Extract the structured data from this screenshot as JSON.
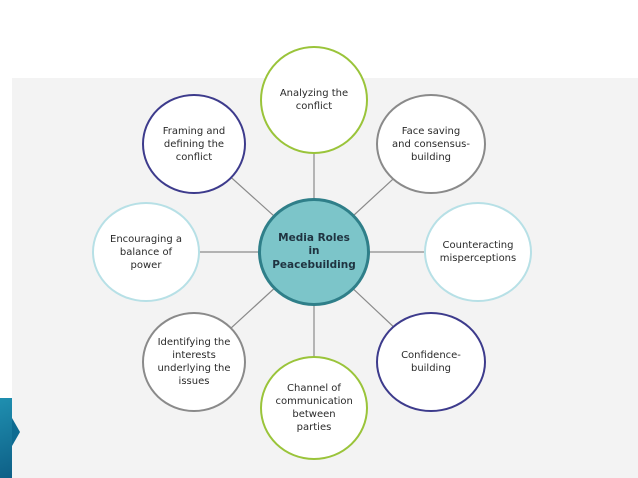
{
  "center": {
    "label": "Media Roles in Peacebuilding"
  },
  "nodes": [
    {
      "label": "Analyzing the conflict",
      "color": "#9ac43a"
    },
    {
      "label": "Face saving and consensus-building",
      "color": "#8a8a8a"
    },
    {
      "label": "Counteracting misperceptions",
      "color": "#b7e0e6"
    },
    {
      "label": "Confidence-building",
      "color": "#3d3b8c"
    },
    {
      "label": "Channel of communication between parties",
      "color": "#9ac43a"
    },
    {
      "label": "Identifying the interests underlying the issues",
      "color": "#8a8a8a"
    },
    {
      "label": "Encouraging a balance of power",
      "color": "#b7e0e6"
    },
    {
      "label": "Framing and defining the conflict",
      "color": "#3d3b8c"
    }
  ],
  "colors": {
    "center_fill": "#7cc5c9",
    "center_border": "#2f7f89",
    "connector": "#8a8a8a"
  }
}
